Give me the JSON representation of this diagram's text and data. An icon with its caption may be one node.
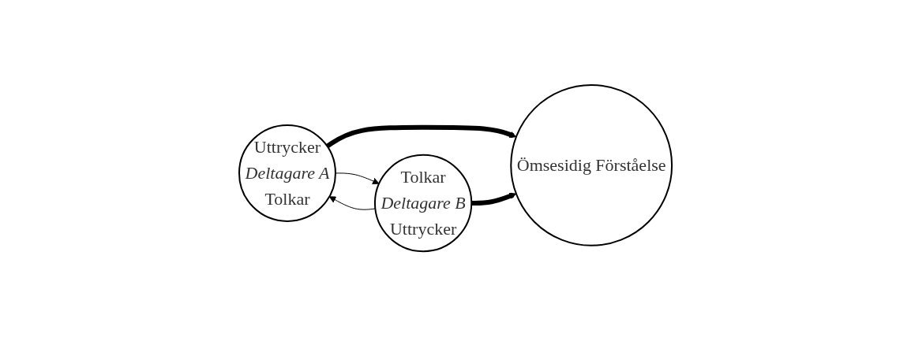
{
  "diagram": {
    "nodes": [
      {
        "text": [
          "Uttrycker",
          "Deltagare A",
          "Tolkar"
        ]
      },
      {
        "text": [
          "Ömsesidig Förståelse"
        ]
      },
      {
        "text": [
          "Tolkar",
          "Deltagare B",
          "Uttrycker"
        ]
      }
    ],
    "edges": [
      {
        "from": 0,
        "to": 1,
        "arrow": "to",
        "style": "thick"
      },
      {
        "from": 2,
        "to": 1,
        "arrow": "to",
        "style": "thick"
      },
      {
        "from": 0,
        "to": 2,
        "arrow": "to"
      },
      {
        "from": 2,
        "to": 0,
        "arrow": "to"
      }
    ]
  }
}
